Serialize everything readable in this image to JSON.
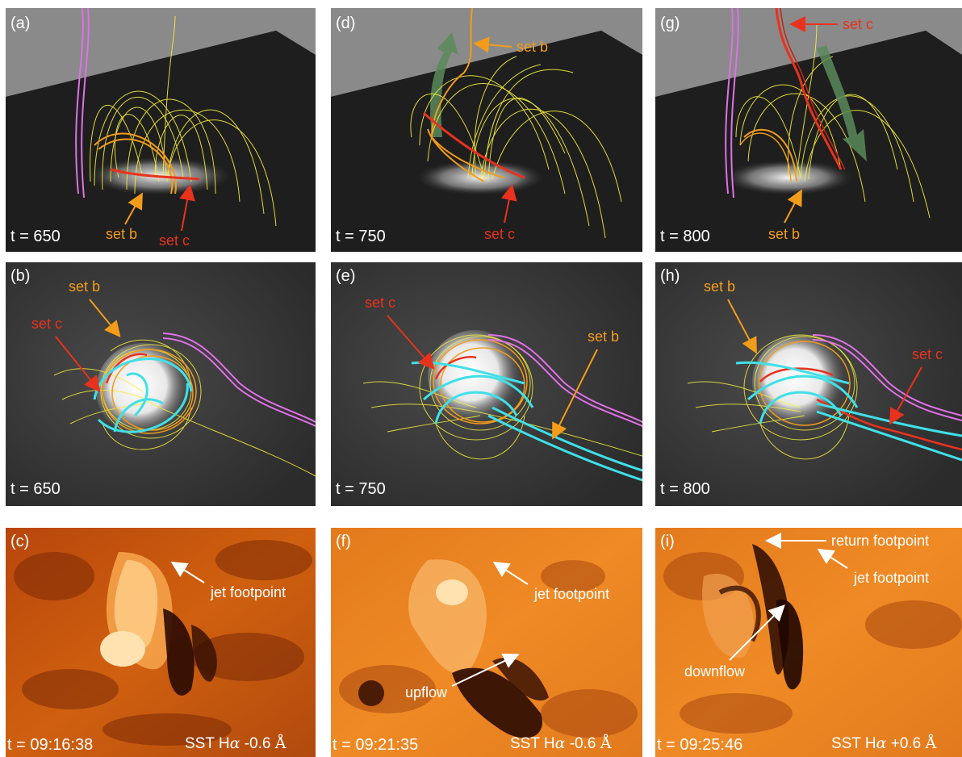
{
  "panels": {
    "a": {
      "label": "(a)",
      "time": "t = 650",
      "ann": [
        "set b",
        "set c"
      ]
    },
    "d": {
      "label": "(d)",
      "time": "t = 750",
      "ann": [
        "set b",
        "set c"
      ]
    },
    "g": {
      "label": "(g)",
      "time": "t = 800",
      "ann": [
        "set c",
        "set b"
      ]
    },
    "b": {
      "label": "(b)",
      "time": "t = 650",
      "ann": [
        "set b",
        "set c"
      ]
    },
    "e": {
      "label": "(e)",
      "time": "t = 750",
      "ann": [
        "set c",
        "set b"
      ]
    },
    "h": {
      "label": "(h)",
      "time": "t = 800",
      "ann": [
        "set b",
        "set c"
      ]
    },
    "c": {
      "label": "(c)",
      "time": "t = 09:16:38",
      "ann": [
        "jet footpoint"
      ],
      "inst_prefix": "SST H",
      "inst_sym": "α",
      "inst_offset": "-0.6",
      "inst_unit": "Å"
    },
    "f": {
      "label": "(f)",
      "time": "t = 09:21:35",
      "ann": [
        "jet footpoint",
        "upflow"
      ],
      "inst_prefix": "SST H",
      "inst_sym": "α",
      "inst_offset": "-0.6",
      "inst_unit": "Å"
    },
    "i": {
      "label": "(i)",
      "time": "t = 09:25:46",
      "ann": [
        "return footpoint",
        "jet footpoint",
        "downflow"
      ],
      "inst_prefix": "SST H",
      "inst_sym": "α",
      "inst_offset": "+0.6",
      "inst_unit": "Å"
    }
  },
  "colors": {
    "set_b": "#f39c1a",
    "set_c": "#e8321d",
    "field_lines": "#f4ee3a",
    "cyan_lines": "#3fe0e8",
    "open_field": "#e070e8",
    "flow_arrow": "#5a8a5a",
    "sim_background": "#2a2a2a",
    "halpha_background": "#c85a10"
  }
}
